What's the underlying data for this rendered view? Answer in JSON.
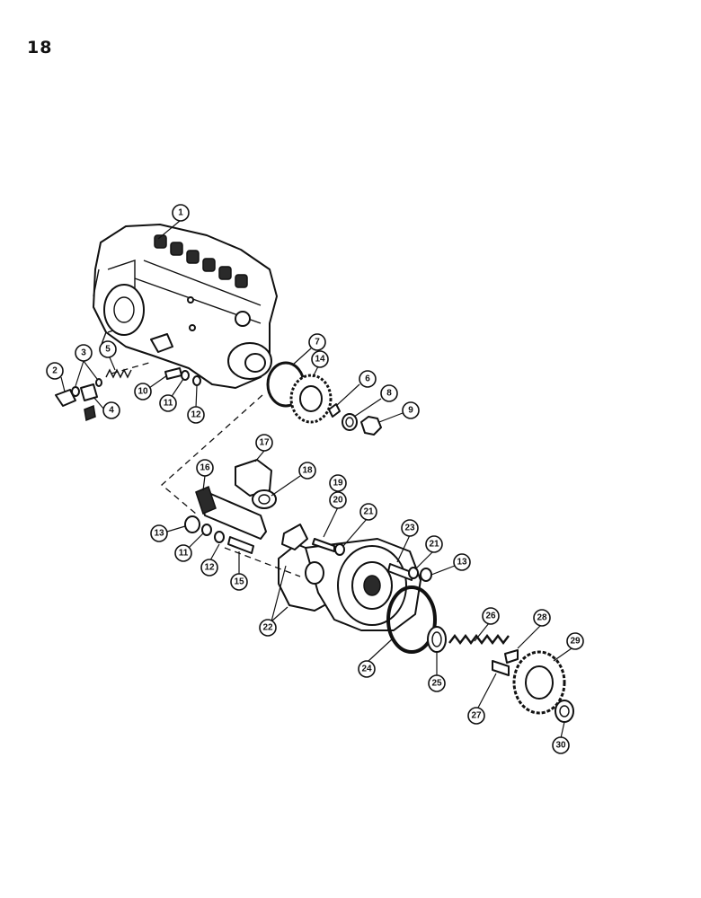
{
  "page_number": "18",
  "callouts": [
    "1",
    "2",
    "3",
    "4",
    "5",
    "6",
    "7",
    "8",
    "9",
    "10",
    "11",
    "12",
    "13",
    "14",
    "15",
    "16",
    "17",
    "18",
    "19",
    "20",
    "21",
    "21",
    "22",
    "23",
    "24",
    "25",
    "26",
    "27",
    "28",
    "29",
    "30",
    "11",
    "12",
    "13"
  ]
}
